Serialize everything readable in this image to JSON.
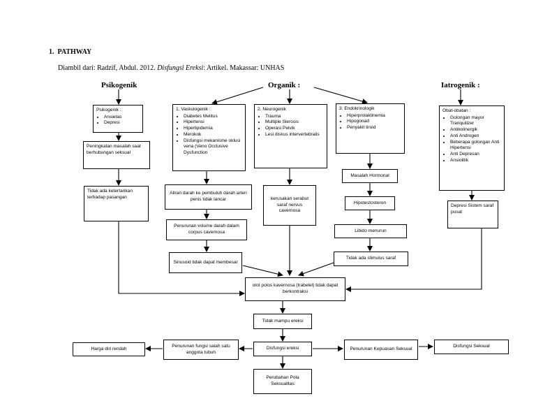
{
  "heading": {
    "number": "1.",
    "title": "PATHWAY"
  },
  "source": {
    "prefix": "Diambil dari: Radzif, Abdul. 2012. ",
    "italic": "Disfungsi Ereksi",
    "suffix": ": Artikel. Makassar: UNHAS"
  },
  "columns": {
    "psikogenik": "Psikogenik",
    "organik": "Organik :",
    "iatrogenik": "Iatrogenik :"
  },
  "boxes": {
    "psiko_main": {
      "title": "Psikogenik :",
      "items": [
        "Ansietas",
        "Depresi"
      ]
    },
    "psiko_2": "Peningkatan masalah saat berhubungan seksual",
    "psiko_3": "Tidak ada ketertarikan terhadap pasangan",
    "vasc": {
      "title": "1.    Vaskulogenik :",
      "items": [
        "Diabetes Melitus",
        "Hipertensi",
        "Hiperlipidemia",
        "Merokok",
        "Disfungsi mekanisme oklusi vena (Veno Occlusive Dysfunction"
      ]
    },
    "neuro": {
      "title": "2.  Neurogenik",
      "items": [
        "Trauma",
        "Multiple Slerosis",
        "Operasi Pelvik",
        "Lesi diskus intervertebralis"
      ]
    },
    "endo": {
      "title": "3. Endokrinologik",
      "items": [
        "Hiperprolaktinemia",
        "Hipogonad",
        "Penyakit tiroid"
      ]
    },
    "obat": {
      "title": "Obat-obatan :",
      "items": [
        "Golongan mayor Tranquilizer",
        "Antikolinergik",
        "Anti Androgen",
        "Beberapa golongan Anti Hipertensi",
        "Anti Depresan",
        "Ansiolitik"
      ]
    },
    "aliran": "Aliran darah ke pembuluh darah arteri penis tidak lancar",
    "penurunan_volume": "Penurunan volume darah dalam corpus cavernosa",
    "sinusoid": "Sinusoid tidak dapat membesar",
    "kerusakan": "kerusakan serabut saraf nervus cavernosa",
    "masalah_hormonal": "Masalah Hormonal",
    "hipotestosteron": "Hipotestosteron",
    "libido": "Libido menurun",
    "stimulus": "Tidak ada stimulus saraf",
    "depresi_saraf": "Depresi Sistem saraf pusat",
    "otot": "otot polos kavernosa (trabelel) tidak dapat berkontraksi",
    "tidak_mampu": "Tidak mampu ereksi",
    "disfungsi": "Disfungsi ereksi",
    "penurunan_fungsi": "Penurunan fungsi salah satu anggota tubuh",
    "harga_diri": "Harga diri rendah",
    "penurunan_kepuasan": "Penurunan Kepuasan Seksual",
    "disfungsi_seksual": "Disfungsi Seksual",
    "perubahan_pola": "Perubahan Pola Seksualitas"
  }
}
